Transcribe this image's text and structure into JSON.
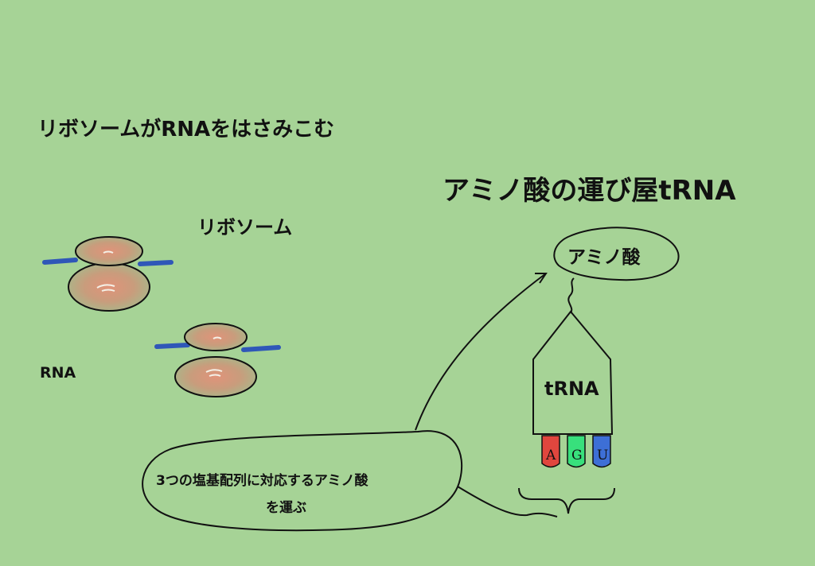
{
  "headings": {
    "ribosome_sandwich": "リボソームがRNAをはさみこむ",
    "trna_carrier": "アミノ酸の運び屋tRNA"
  },
  "labels": {
    "ribosome": "リボソーム",
    "rna": "RNA",
    "amino_acid": "アミノ酸",
    "trna": "tRNA"
  },
  "speech_bubble": {
    "line1": "3つの塩基配列に対応するアミノ酸",
    "line2": "を運ぶ"
  },
  "anticodon": {
    "bases": [
      {
        "letter": "A",
        "color": "#e0463e"
      },
      {
        "letter": "G",
        "color": "#38e07c"
      },
      {
        "letter": "U",
        "color": "#3d6fd6"
      }
    ]
  },
  "colors": {
    "background": "#a6d396",
    "ribosome_fill": "#cfa07d",
    "ribosome_spot": "#e08a74",
    "rna_strand": "#2f57b8"
  }
}
